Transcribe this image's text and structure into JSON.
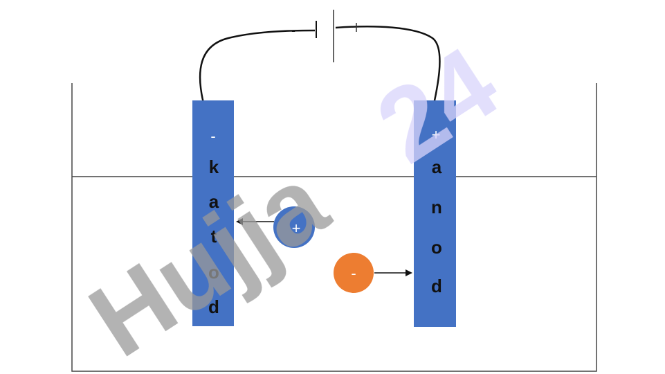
{
  "battery": {
    "negative_sign": "-",
    "positive_sign": "+"
  },
  "cathode": {
    "sign": "-",
    "letters": [
      "k",
      "a",
      "t",
      "o",
      "d"
    ]
  },
  "anode": {
    "sign": "+",
    "letters": [
      "a",
      "n",
      "o",
      "d"
    ]
  },
  "ions": {
    "cation_sign": "+",
    "anion_sign": "-"
  },
  "watermark": {
    "gray_text": "Hujja",
    "lavender_text": "24"
  },
  "colors": {
    "electrode": "#4472c4",
    "cation": "#4472c4",
    "anion": "#ed7d31",
    "wire": "#111111",
    "watermark_gray": "#9a9a9a",
    "watermark_lavender": "#d9d4fb"
  }
}
